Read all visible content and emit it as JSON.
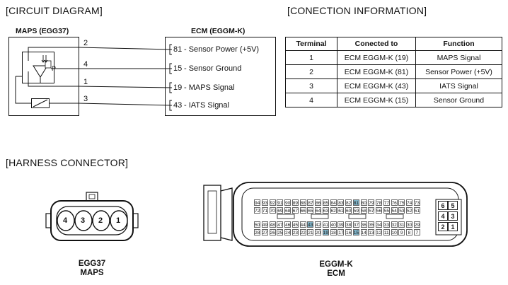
{
  "headings": {
    "circuit": "[CIRCUIT DIAGRAM]",
    "connection": "[CONECTION INFORMATION]",
    "harness": "[HARNESS CONNECTOR]"
  },
  "circuit": {
    "maps_label": "MAPS (EGG37)",
    "ecm_label": "ECM (EGGM-K)",
    "sensor_symbol": "P",
    "maps_pins": [
      "2",
      "4",
      "1",
      "3"
    ],
    "ecm_pins": [
      {
        "pin": "81",
        "label": "- Sensor Power (+5V)"
      },
      {
        "pin": "15",
        "label": "- Sensor Ground"
      },
      {
        "pin": "19",
        "label": "- MAPS Signal"
      },
      {
        "pin": "43",
        "label": "- IATS Signal"
      }
    ]
  },
  "connection_table": {
    "headers": [
      "Terminal",
      "Conected to",
      "Function"
    ],
    "rows": [
      [
        "1",
        "ECM EGGM-K (19)",
        "MAPS Signal"
      ],
      [
        "2",
        "ECM EGGM-K (81)",
        "Sensor Power (+5V)"
      ],
      [
        "3",
        "ECM EGGM-K (43)",
        "IATS Signal"
      ],
      [
        "4",
        "ECM EGGM-K (15)",
        "Sensor Ground"
      ]
    ]
  },
  "harness": {
    "maps_connector_pins": [
      "4",
      "3",
      "2",
      "1"
    ],
    "maps_caption": [
      "EGG37",
      "MAPS"
    ],
    "ecm_caption": [
      "EGGM-K",
      "ECM"
    ],
    "ecm_rows": [
      [
        "94",
        "93",
        "92",
        "91",
        "90",
        "89",
        "88",
        "87",
        "86",
        "85",
        "84",
        "83",
        "82",
        "81",
        "80",
        "79",
        "78",
        "77",
        "76",
        "75",
        "74",
        "73"
      ],
      [
        "72",
        "71",
        "70",
        "69",
        "68",
        "67",
        "66",
        "65",
        "64",
        "63",
        "62",
        "61",
        "60",
        "59",
        "58",
        "57",
        "56",
        "55",
        "54",
        "53",
        "52",
        "51"
      ],
      [
        "50",
        "49",
        "48",
        "47",
        "46",
        "45",
        "44",
        "43",
        "42",
        "41",
        "40",
        "39",
        "38",
        "37",
        "36",
        "35",
        "34",
        "33",
        "32",
        "31",
        "30",
        "29"
      ],
      [
        "28",
        "27",
        "26",
        "25",
        "24",
        "23",
        "22",
        "21",
        "20",
        "19",
        "18",
        "17",
        "16",
        "15",
        "14",
        "13",
        "12",
        "11",
        "10",
        "9",
        "8",
        "7"
      ]
    ],
    "ecm_highlight": [
      "81",
      "43",
      "19",
      "15"
    ],
    "ecm_side_pins": [
      [
        "6",
        "5"
      ],
      [
        "4",
        "3"
      ],
      [
        "2",
        "1"
      ]
    ]
  }
}
